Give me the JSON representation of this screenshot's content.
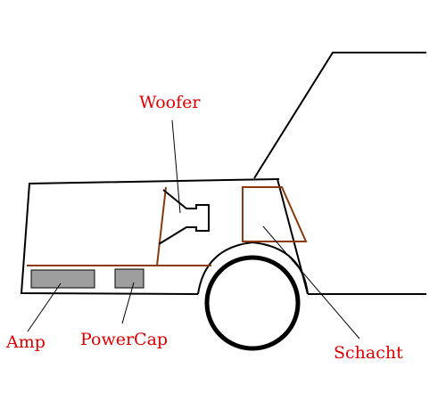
{
  "labels": {
    "woofer": "Woofer",
    "amp": "Amp",
    "powercap": "PowerCap",
    "schacht": "Schacht"
  },
  "colors": {
    "label": "#e00000",
    "outline": "#000000",
    "install": "#8b3a0e",
    "component": "#9e9e9e"
  }
}
